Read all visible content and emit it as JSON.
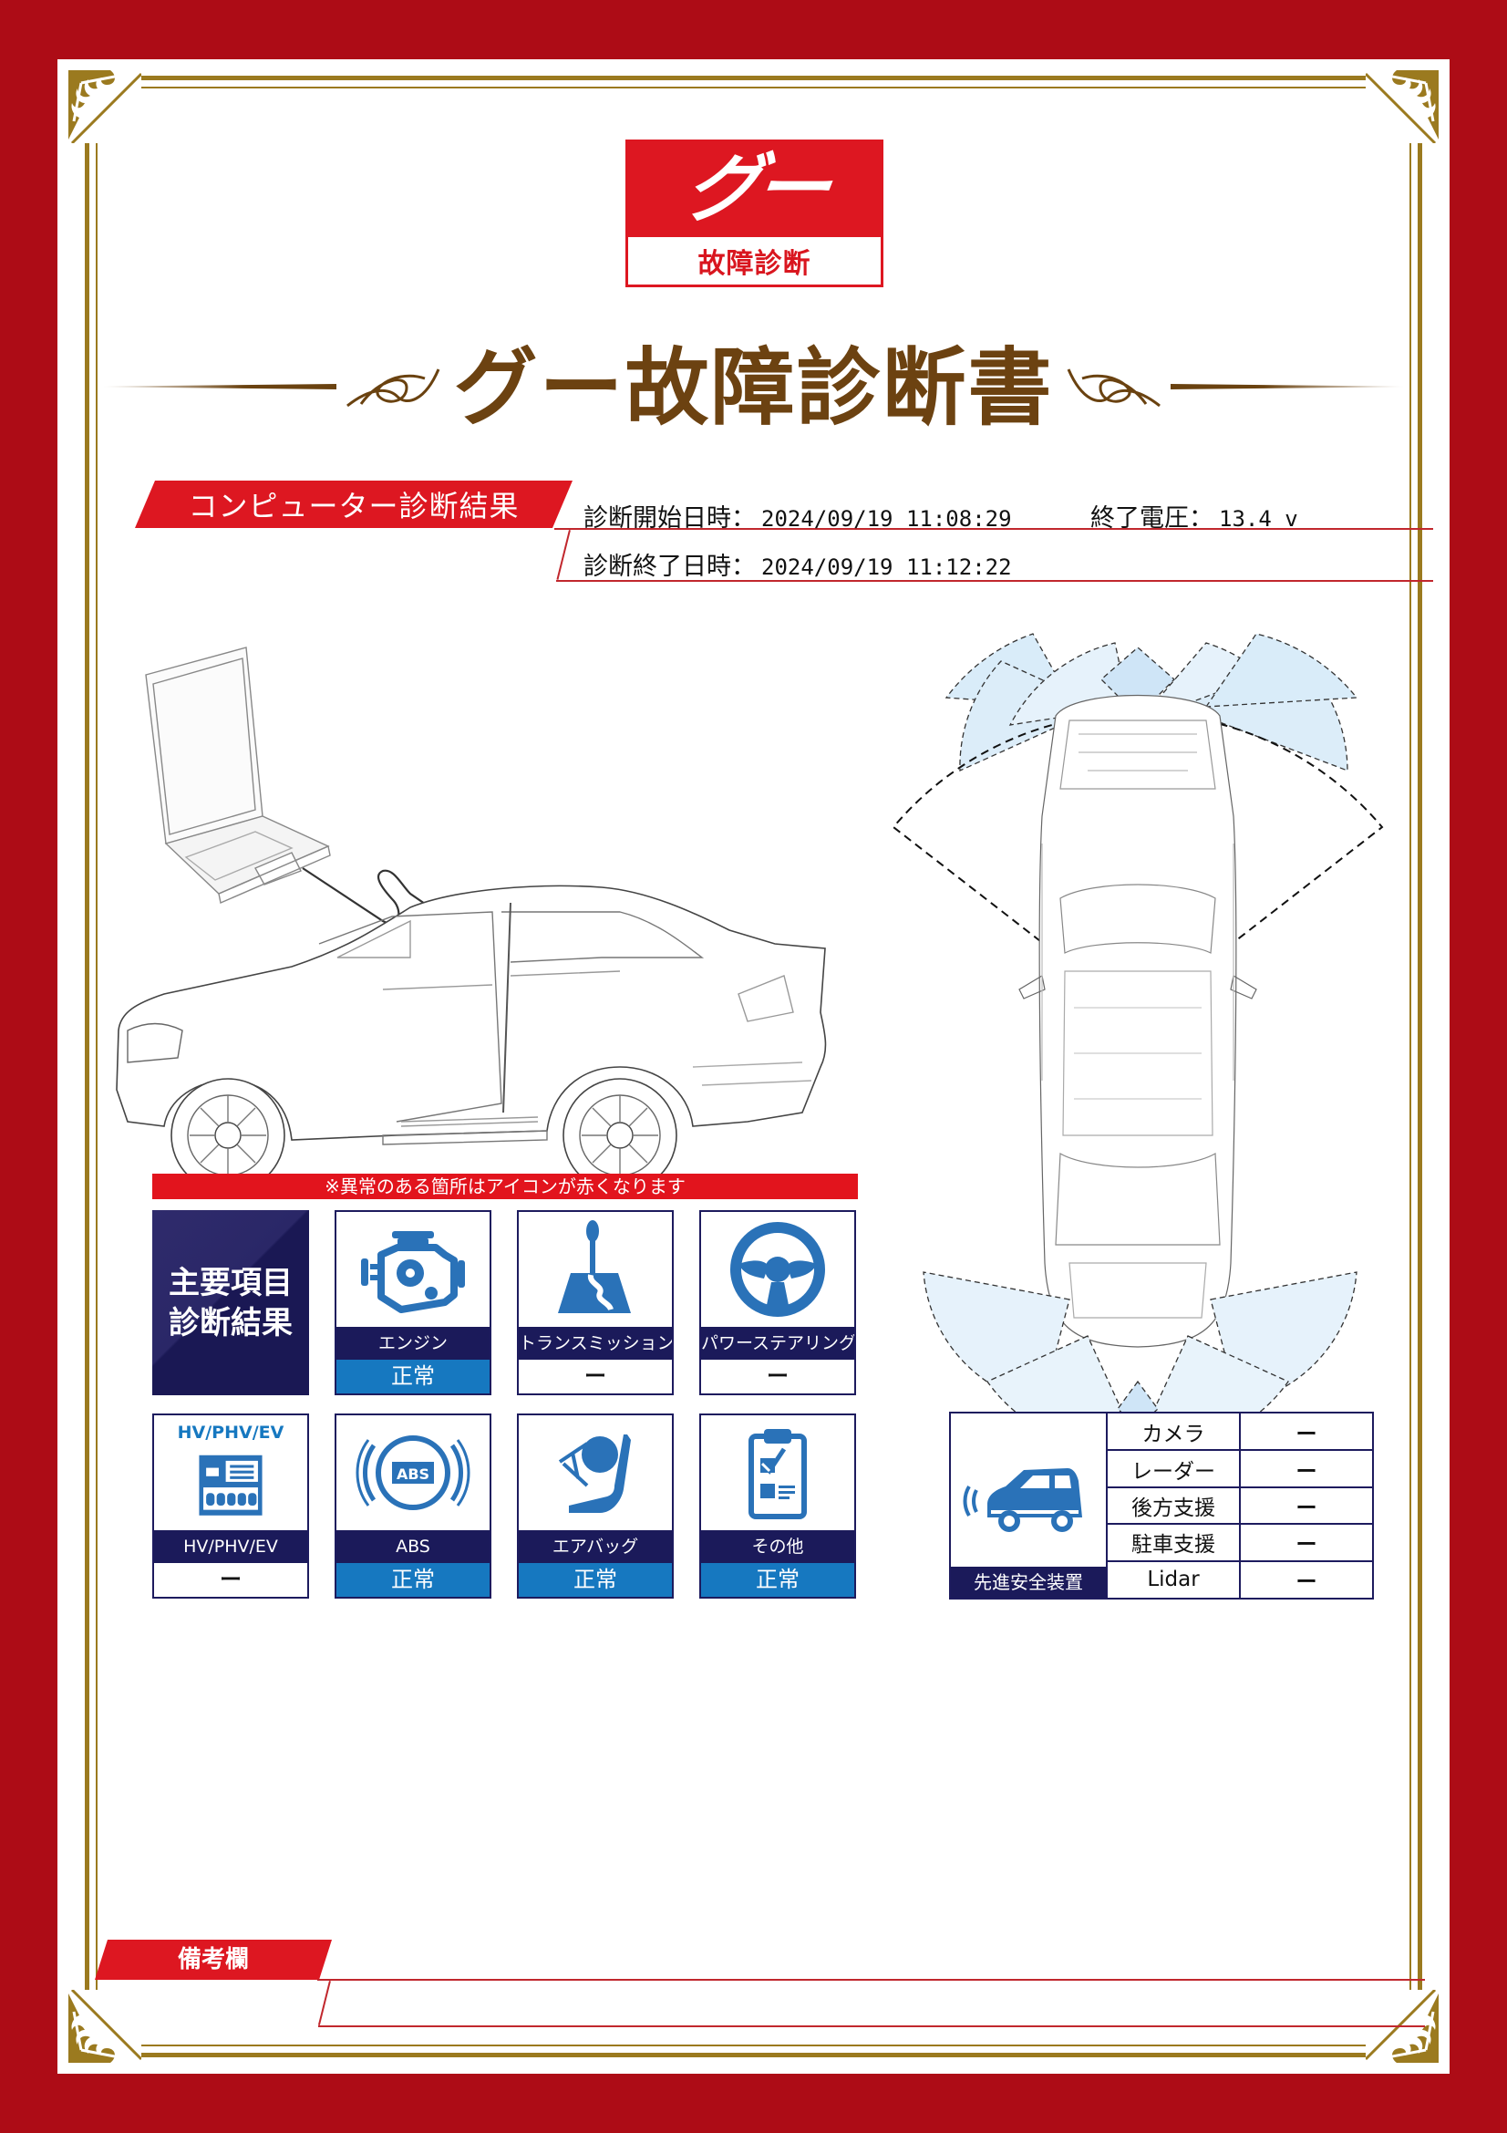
{
  "logo": {
    "mark": "グー",
    "subtitle": "故障診断"
  },
  "title": "グー故障診断書",
  "computer_diagnosis": {
    "section_label": "コンピューター診断結果",
    "start_label": "診断開始日時：",
    "start_value": "2024/09/19 11:08:29",
    "end_label": "診断終了日時：",
    "end_value": "2024/09/19 11:12:22",
    "voltage_label": "終了電圧：",
    "voltage_value": "13.4 v"
  },
  "notice": "※異常のある箇所はアイコンが赤くなります",
  "main_items": {
    "heading": "主要項目\n診断結果",
    "heading_line1": "主要項目",
    "heading_line2": "診断結果",
    "items": [
      {
        "name": "エンジン",
        "icon": "engine-icon",
        "status": "正常",
        "state": "ok"
      },
      {
        "name": "トランスミッション",
        "icon": "gear-shifter-icon",
        "status": "ー",
        "state": "none"
      },
      {
        "name": "パワーステアリング",
        "icon": "steering-wheel-icon",
        "status": "ー",
        "state": "none"
      },
      {
        "name": "HV/PHV/EV",
        "icon": "hybrid-battery-icon",
        "icon_caption": "HV/PHV/EV",
        "status": "ー",
        "state": "none"
      },
      {
        "name": "ABS",
        "icon": "abs-icon",
        "icon_text": "ABS",
        "status": "正常",
        "state": "ok"
      },
      {
        "name": "エアバッグ",
        "icon": "airbag-icon",
        "status": "正常",
        "state": "ok"
      },
      {
        "name": "その他",
        "icon": "checklist-icon",
        "status": "正常",
        "state": "ok"
      }
    ]
  },
  "adas": {
    "label": "先進安全装置",
    "icon": "car-sensor-icon",
    "rows": [
      {
        "key": "カメラ",
        "value": "ー"
      },
      {
        "key": "レーダー",
        "value": "ー"
      },
      {
        "key": "後方支援",
        "value": "ー"
      },
      {
        "key": "駐車支援",
        "value": "ー"
      },
      {
        "key": "Lidar",
        "value": "ー"
      }
    ]
  },
  "remarks": {
    "label": "備考欄",
    "value": ""
  },
  "colors": {
    "border_red": "#ad0c16",
    "brand_red": "#dd1721",
    "gold": "#9b7a1f",
    "title_brown": "#6c4211",
    "navy": "#1b1a5a",
    "status_blue": "#1678c0",
    "sensor_fill": "#d9ecf9"
  }
}
